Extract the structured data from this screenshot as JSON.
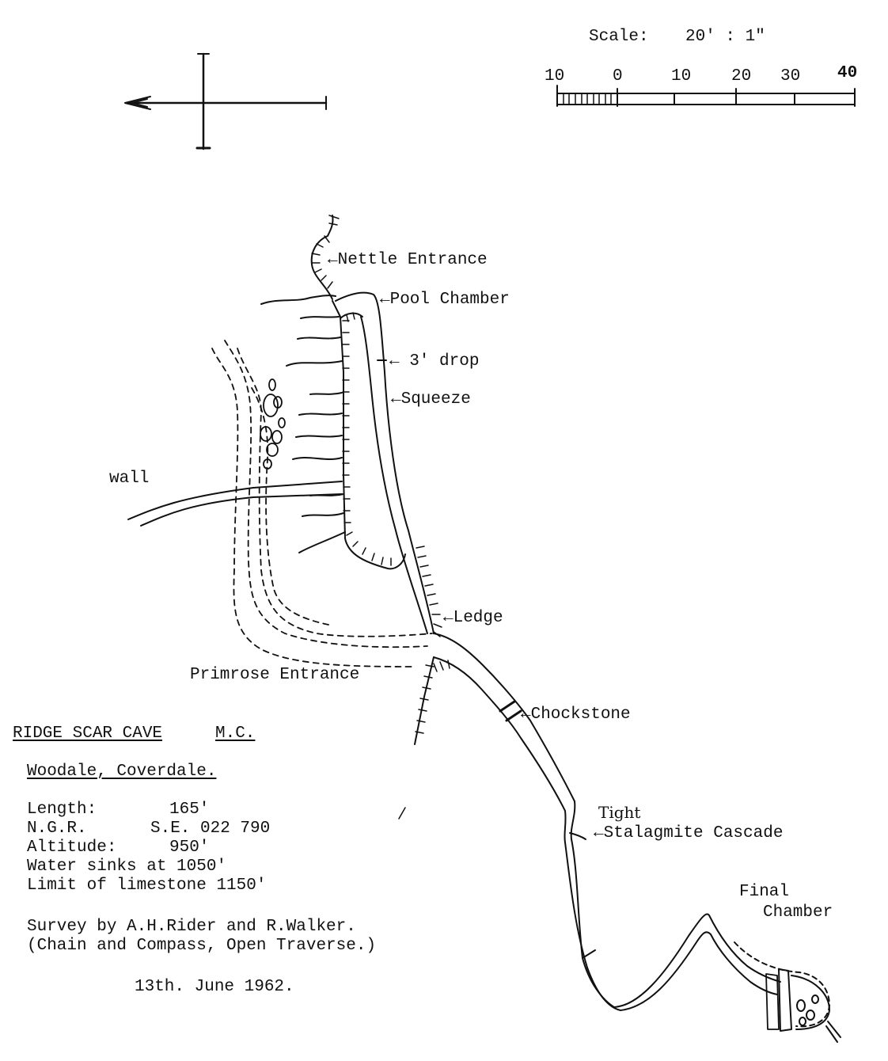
{
  "scale": {
    "label": "Scale:",
    "ratio": "20' : 1\"",
    "ticks": [
      "10",
      "0",
      "10",
      "20",
      "30",
      "40"
    ]
  },
  "labels": {
    "nettle": "←Nettle Entrance",
    "pool": "←Pool Chamber",
    "drop": "← 3' drop",
    "squeeze": "←Squeeze",
    "wall": "wall",
    "ledge": "←Ledge",
    "primrose": "Primrose Entrance",
    "chockstone": "←Chockstone",
    "tight": "Tight",
    "cascade": "←Stalagmite Cascade",
    "final1": "Final",
    "final2": "Chamber"
  },
  "info": {
    "title": "RIDGE SCAR CAVE",
    "club": "M.C.",
    "location": "Woodale, Coverdale.",
    "length_label": "Length:",
    "length_value": "165'",
    "ngr_label": "N.G.R.",
    "ngr_value": "S.E. 022 790",
    "altitude_label": "Altitude:",
    "altitude_value": "950'",
    "water": "Water sinks at 1050'",
    "limestone": "Limit of limestone 1150'",
    "survey1": "Survey by A.H.Rider and R.Walker.",
    "survey2": "(Chain and Compass, Open Traverse.)",
    "date": "13th. June 1962."
  }
}
